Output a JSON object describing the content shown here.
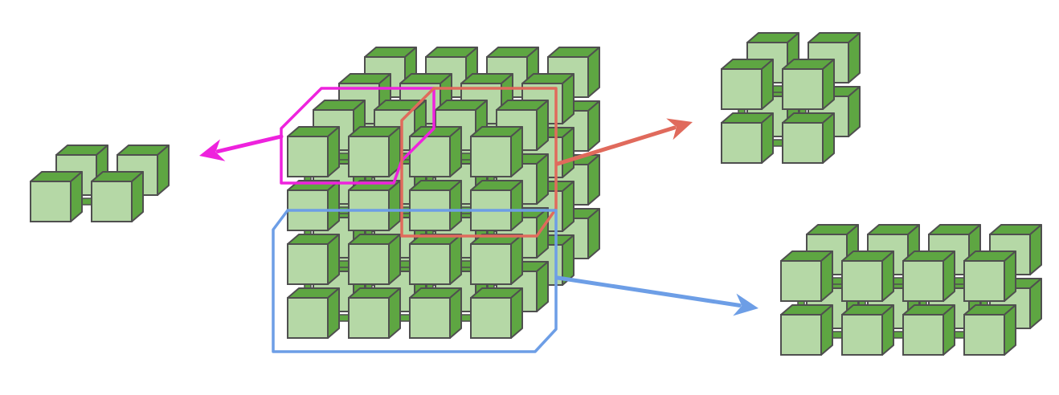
{
  "colors": {
    "cube_front": "#b5d8a6",
    "cube_top": "#5ea642",
    "cube_side": "#5ea642",
    "outline": "#4f4f4f",
    "magenta": "#ee22dd",
    "red": "#e06a5c",
    "blue": "#6d9ee6"
  },
  "main_grid": {
    "rows": 4,
    "cols": 4,
    "layers": 4
  },
  "extracted": [
    {
      "name": "magenta-slice",
      "rows": 1,
      "cols": 2,
      "layers": 2,
      "color_key": "magenta"
    },
    {
      "name": "red-slice",
      "rows": 2,
      "cols": 2,
      "layers": 2,
      "color_key": "red"
    },
    {
      "name": "blue-slice",
      "rows": 2,
      "cols": 4,
      "layers": 2,
      "color_key": "blue"
    }
  ]
}
